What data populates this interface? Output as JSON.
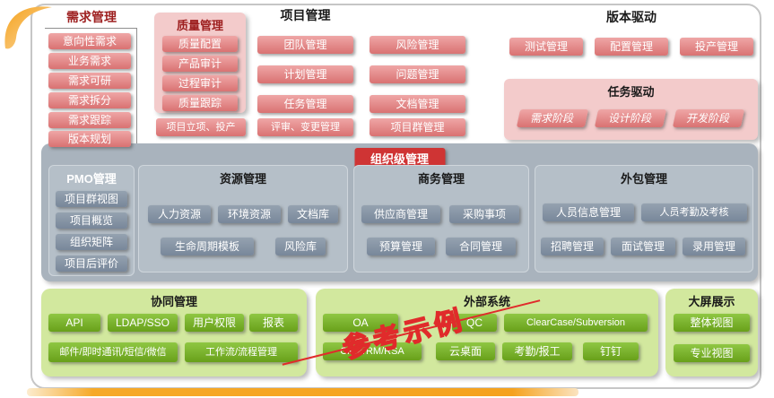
{
  "colors": {
    "pink_button": "#d97272",
    "pink_panel": "#f3cbcb",
    "gray_panel": "#a9b3bd",
    "gray_button": "#78879a",
    "green_panel": "#d2e89e",
    "green_button": "#68a01a",
    "red_chip": "#cf3434",
    "title_red": "#9e2020",
    "orange_accent": "#f5a21e",
    "stamp_red": "#e02b2b"
  },
  "requirements": {
    "title": "需求管理",
    "items": [
      "意向性需求",
      "业务需求",
      "需求可研",
      "需求拆分",
      "需求跟踪",
      "版本规划"
    ]
  },
  "quality": {
    "title": "质量管理",
    "items": [
      "质量配置",
      "产品审计",
      "过程审计",
      "质量跟踪"
    ]
  },
  "project": {
    "title": "项目管理",
    "grid": [
      "团队管理",
      "风险管理",
      "计划管理",
      "问题管理",
      "任务管理",
      "文档管理"
    ],
    "footer": [
      "项目立项、投产",
      "评审、变更管理",
      "项目群管理"
    ]
  },
  "version_driven": {
    "title": "版本驱动",
    "items": [
      "测试管理",
      "配置管理",
      "投产管理"
    ]
  },
  "task_driven": {
    "title": "任务驱动",
    "items": [
      "需求阶段",
      "设计阶段",
      "开发阶段"
    ]
  },
  "organization": {
    "title": "组织级管理",
    "pmo": {
      "title": "PMO管理",
      "items": [
        "项目群视图",
        "项目概览",
        "组织矩阵",
        "项目后评价"
      ]
    },
    "resource": {
      "title": "资源管理",
      "row1": [
        "人力资源",
        "环境资源",
        "文档库"
      ],
      "row2": [
        "生命周期模板",
        "风险库"
      ]
    },
    "business": {
      "title": "商务管理",
      "row1": [
        "供应商管理",
        "采购事项"
      ],
      "row2": [
        "预算管理",
        "合同管理"
      ]
    },
    "outsourcing": {
      "title": "外包管理",
      "row1": [
        "人员信息管理",
        "人员考勤及考核"
      ],
      "row2": [
        "招聘管理",
        "面试管理",
        "录用管理"
      ]
    }
  },
  "collaboration": {
    "title": "协同管理",
    "row1": [
      "API",
      "LDAP/SSO",
      "用户权限",
      "报表"
    ],
    "row2": [
      "邮件/即时通讯/短信/微信",
      "工作流/流程管理"
    ]
  },
  "external": {
    "title": "外部系统",
    "row1": [
      "OA",
      "QC",
      "ClearCase/Subversion"
    ],
    "row2": [
      "CliberRM/RSA",
      "云桌面",
      "考勤/报工",
      "钉钉"
    ]
  },
  "big_screen": {
    "title": "大屏展示",
    "items": [
      "整体视图",
      "专业视图"
    ]
  },
  "stamp": "参考示例"
}
